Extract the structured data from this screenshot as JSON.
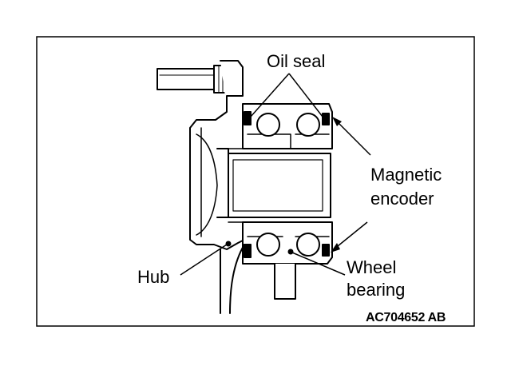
{
  "labels": {
    "oil_seal": "Oil seal",
    "magnetic_encoder_line1": "Magnetic",
    "magnetic_encoder_line2": "encoder",
    "hub": "Hub",
    "wheel_bearing_line1": "Wheel",
    "wheel_bearing_line2": "bearing"
  },
  "figure_code": "AC704652 AB",
  "colors": {
    "ink": "#000000",
    "background": "#ffffff"
  }
}
